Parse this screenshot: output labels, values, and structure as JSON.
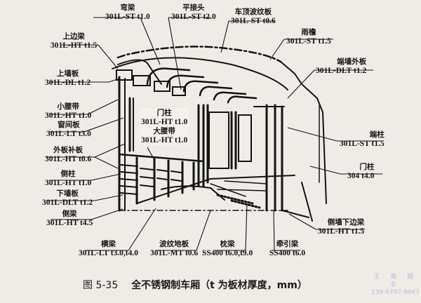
{
  "figure": {
    "number": "图 5-35",
    "title": "全不锈钢制车厢（t 为板材厚度，mm）",
    "subject": "Full stainless-steel car body structure"
  },
  "labels": [
    {
      "id": "curved-beam",
      "name": "弯梁",
      "spec": "301L-ST t1.0"
    },
    {
      "id": "flat-joint",
      "name": "平接头",
      "spec": "301L-ST t2.0"
    },
    {
      "id": "roof-corrugated-panel",
      "name": "车顶波纹板",
      "spec": "301L-ST t0.6"
    },
    {
      "id": "top-side-beam",
      "name": "上边梁",
      "spec": "301L-HT t1.5"
    },
    {
      "id": "rain-eave",
      "name": "雨檐",
      "spec": "301L-ST t1.5"
    },
    {
      "id": "end-wall-outer-panel",
      "name": "端墙外板",
      "spec": "301L-DLT t1.2"
    },
    {
      "id": "upper-wall-panel",
      "name": "上墙板",
      "spec": "301L-DL t1.2"
    },
    {
      "id": "small-waist-band",
      "name": "小腰带",
      "spec": "301L-HT t1.0"
    },
    {
      "id": "window-pier-panel",
      "name": "窗间板",
      "spec": "301L-LT t3.0"
    },
    {
      "id": "outer-patch-panel",
      "name": "外板补板",
      "spec": "301L-HT t0.6"
    },
    {
      "id": "side-post",
      "name": "侧柱",
      "spec": "301L-HT t1.0"
    },
    {
      "id": "lower-wall-panel",
      "name": "下墙板",
      "spec": "301L-DLT t1.2"
    },
    {
      "id": "side-sill",
      "name": "侧梁",
      "spec": "301L-HT t4.5"
    },
    {
      "id": "door-post-inner",
      "name": "门柱",
      "spec": "301L-HT t1.0"
    },
    {
      "id": "large-waist-band",
      "name": "大腰带",
      "spec": "301L-HT t1.0"
    },
    {
      "id": "end-post",
      "name": "端柱",
      "spec": "301L-ST t1.5"
    },
    {
      "id": "door-post-end",
      "name": "门柱",
      "spec": "304 t4.0"
    },
    {
      "id": "side-wall-bottom-beam",
      "name": "侧墙下边梁",
      "spec": "301L-HT t1.5"
    },
    {
      "id": "cross-beam",
      "name": "横梁",
      "spec": "301L-LT t3.0,t4.0"
    },
    {
      "id": "corrugated-floor",
      "name": "波纹地板",
      "spec": "301L-MT t0.6"
    },
    {
      "id": "bolster-beam",
      "name": "枕梁",
      "spec": "SS400 t6.0,t9.0"
    },
    {
      "id": "draft-sill",
      "name": "牵引梁",
      "spec": "SS400 t6.0"
    }
  ],
  "watermark": {
    "name": "王 海 钢 业",
    "phone": "139 6707 6667",
    "color": "#b3bde0"
  },
  "colors": {
    "paper": "#efebe6",
    "ink": "#151515"
  }
}
